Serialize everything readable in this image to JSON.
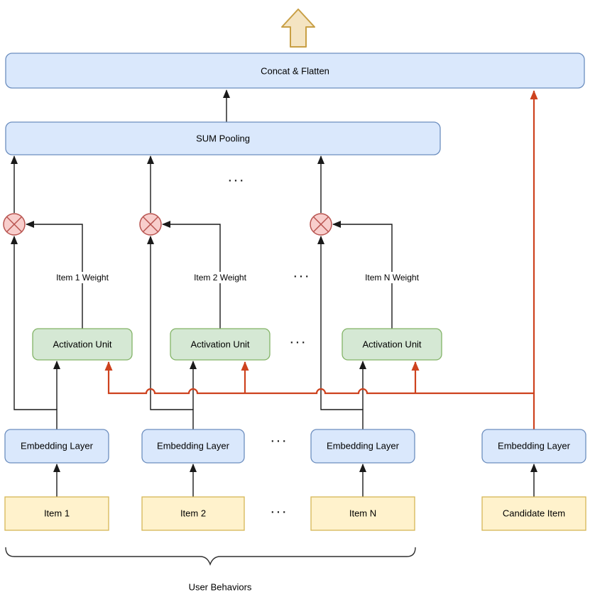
{
  "colors": {
    "box_blue_fill": "#DAE8FC",
    "box_blue_stroke": "#6C8EBF",
    "box_green_fill": "#D5E8D4",
    "box_green_stroke": "#82B366",
    "box_yellow_fill": "#FFF2CC",
    "box_yellow_stroke": "#D6B656",
    "multiply_circle_fill": "#F8CECC",
    "multiply_circle_stroke": "#B85450",
    "output_arrow_fill": "#F4E4C2",
    "output_arrow_stroke": "#C89F45",
    "edge_black": "#1A1A1A",
    "edge_red": "#CD421E"
  },
  "nodes": {
    "concat": "Concat & Flatten",
    "sum_pooling": "SUM Pooling",
    "groups": [
      {
        "item": "Item 1",
        "embedding": "Embedding Layer",
        "activation": "Activation Unit",
        "weight": "Item 1 Weight"
      },
      {
        "item": "Item 2",
        "embedding": "Embedding Layer",
        "activation": "Activation Unit",
        "weight": "Item 2 Weight"
      },
      {
        "item": "Item N",
        "embedding": "Embedding Layer",
        "activation": "Activation Unit",
        "weight": "Item N Weight"
      }
    ],
    "candidate": {
      "item": "Candidate Item",
      "embedding": "Embedding Layer"
    }
  },
  "labels": {
    "user_behaviors": "User Behaviors",
    "ellipsis": "..."
  },
  "icons": {
    "multiply-icon": "circled-x element-wise product",
    "output-arrow-icon": "block arrow up (network output)"
  }
}
